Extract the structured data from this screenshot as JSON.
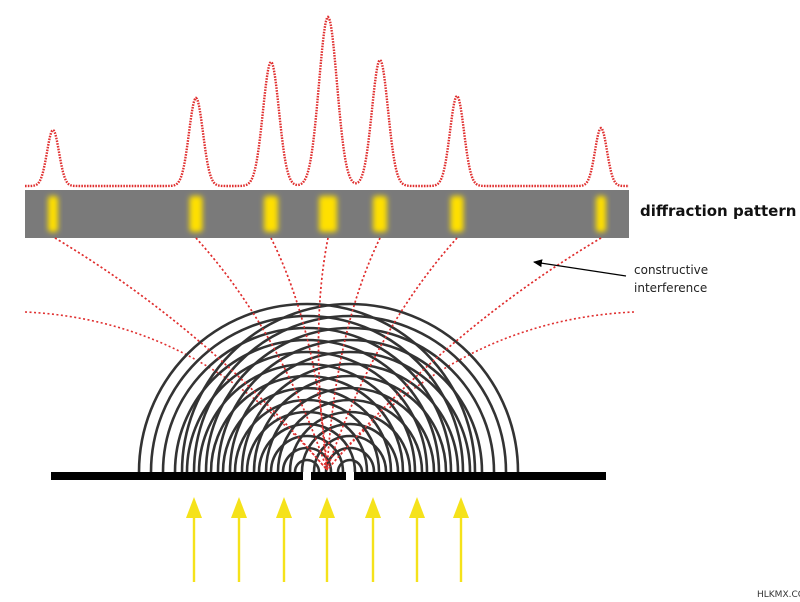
{
  "labels": {
    "diffraction_pattern": "diffraction pattern",
    "constructive_line1": "constructive",
    "constructive_line2": "interference",
    "watermark": "HLKMX.COM"
  },
  "colors": {
    "intensity_curve": "#e03030",
    "fringe_yellow": "#ffe000",
    "screen_gray": "#7a7a7a",
    "wave_arc": "#333333",
    "barrier": "#000000",
    "incoming_arrow": "#f5e21a",
    "interference_path": "#e03030"
  },
  "incoming_arrows": 7,
  "bright_fringes": 7
}
